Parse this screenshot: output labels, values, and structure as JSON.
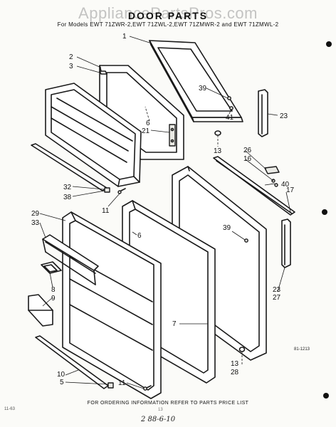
{
  "header": {
    "watermark": "AppliancePartsPros.com",
    "title": "DOOR PARTS",
    "models": "For Models EWT 71ZWR-2,EWT 71ZWL-2,EWT 71ZMWR-2 and EWT 71ZMWL-2"
  },
  "callouts": [
    {
      "id": "c1",
      "text": "1"
    },
    {
      "id": "c2",
      "text": "2"
    },
    {
      "id": "c3",
      "text": "3"
    },
    {
      "id": "c39a",
      "text": "39"
    },
    {
      "id": "c6a",
      "text": "6"
    },
    {
      "id": "c21",
      "text": "21"
    },
    {
      "id": "c41",
      "text": "41"
    },
    {
      "id": "c23a",
      "text": "23"
    },
    {
      "id": "c13a",
      "text": "13"
    },
    {
      "id": "c26",
      "text": "26"
    },
    {
      "id": "c16",
      "text": "16"
    },
    {
      "id": "c40",
      "text": "40"
    },
    {
      "id": "c17",
      "text": "17"
    },
    {
      "id": "c32",
      "text": "32"
    },
    {
      "id": "c38",
      "text": "38"
    },
    {
      "id": "c11a",
      "text": "11"
    },
    {
      "id": "c29",
      "text": "29"
    },
    {
      "id": "c33",
      "text": "33"
    },
    {
      "id": "c6b",
      "text": "6"
    },
    {
      "id": "c39b",
      "text": "39"
    },
    {
      "id": "c8",
      "text": "8"
    },
    {
      "id": "c9",
      "text": "9"
    },
    {
      "id": "c7",
      "text": "7"
    },
    {
      "id": "c23b",
      "text": "23"
    },
    {
      "id": "c27",
      "text": "27"
    },
    {
      "id": "c13b",
      "text": "13"
    },
    {
      "id": "c28",
      "text": "28"
    },
    {
      "id": "c10",
      "text": "10"
    },
    {
      "id": "c5",
      "text": "5"
    },
    {
      "id": "c11b",
      "text": "11"
    }
  ],
  "figure_code": "81-1213",
  "footer": "FOR ORDERING INFORMATION REFER TO PARTS PRICE LIST",
  "bottom_left_note": "11-63",
  "bottom_center_note": "13",
  "handwritten_note": "2 88-6-10",
  "colors": {
    "ink": "#1a1a1a",
    "paper": "#fbfbf8",
    "watermark": "#969696"
  }
}
